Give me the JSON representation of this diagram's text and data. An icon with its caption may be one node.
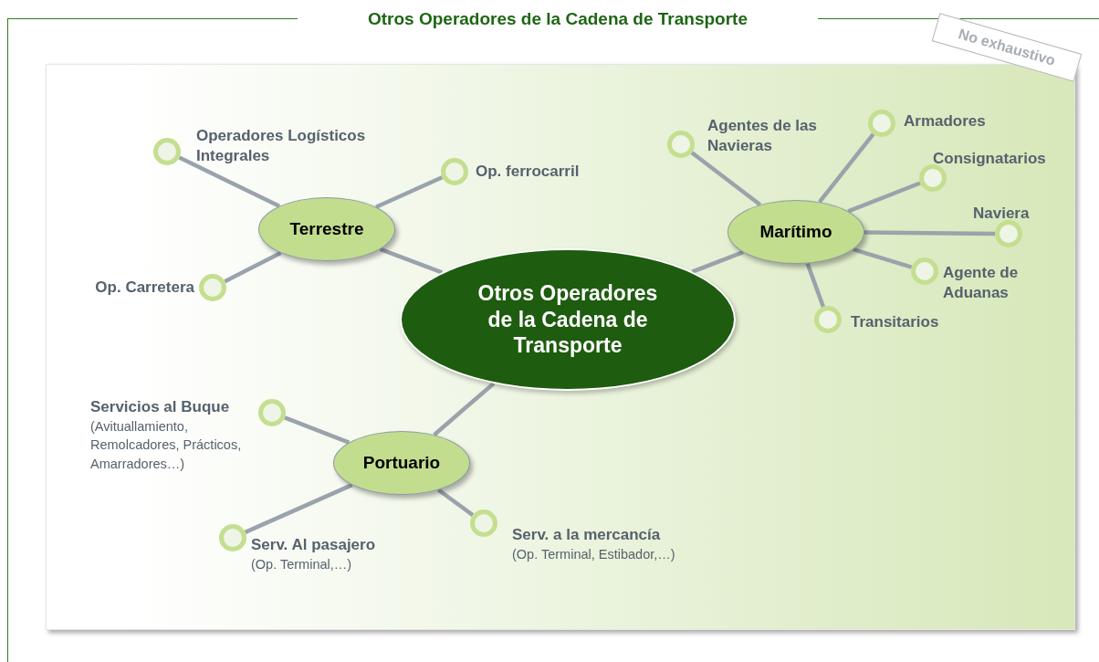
{
  "diagram": {
    "title": "Otros Operadores de la Cadena de Transporte",
    "nodes": [
      {
        "text": [
          "Otros Operadores de la Cadena de Transporte"
        ]
      },
      {
        "text": [
          "Terrestre"
        ]
      },
      {
        "text": [
          "Marítimo"
        ]
      },
      {
        "text": [
          "Portuario"
        ]
      },
      {
        "text": [],
        "shape": "circle",
        "beside": [
          "Operadores Logísticos Integrales"
        ]
      },
      {
        "text": [],
        "shape": "circle",
        "beside": [
          "Op. ferrocarril"
        ]
      },
      {
        "text": [],
        "shape": "circle",
        "beside": [
          "Op. Carretera"
        ]
      },
      {
        "text": [],
        "shape": "circle",
        "beside": [
          "Agentes de las Navieras"
        ]
      },
      {
        "text": [],
        "shape": "circle",
        "beside": [
          "Armadores"
        ]
      },
      {
        "text": [],
        "shape": "circle",
        "beside": [
          "Consignatarios"
        ]
      },
      {
        "text": [],
        "shape": "circle",
        "beside": [
          "Naviera"
        ]
      },
      {
        "text": [],
        "shape": "circle",
        "beside": [
          "Agente de Aduanas"
        ]
      },
      {
        "text": [],
        "shape": "circle",
        "beside": [
          "Transitarios"
        ]
      },
      {
        "text": [],
        "shape": "circle",
        "beside": [
          "Servicios al Buque",
          "(Avituallamiento, Remolcadores, Prácticos, Amarradores…)"
        ]
      },
      {
        "text": [],
        "shape": "circle",
        "beside": [
          "Serv. Al pasajero",
          "(Op. Terminal,…)"
        ]
      },
      {
        "text": [],
        "shape": "circle",
        "beside": [
          "Serv. a la mercancía",
          "(Op. Terminal, Estibador,…)"
        ]
      }
    ],
    "edges": [
      {
        "from": 0,
        "to": 1,
        "arrow": "none"
      },
      {
        "from": 0,
        "to": 2,
        "arrow": "none"
      },
      {
        "from": 0,
        "to": 3,
        "arrow": "none"
      },
      {
        "from": 1,
        "to": 4,
        "arrow": "none"
      },
      {
        "from": 1,
        "to": 5,
        "arrow": "none"
      },
      {
        "from": 1,
        "to": 6,
        "arrow": "none"
      },
      {
        "from": 2,
        "to": 7,
        "arrow": "none"
      },
      {
        "from": 2,
        "to": 8,
        "arrow": "none"
      },
      {
        "from": 2,
        "to": 9,
        "arrow": "none"
      },
      {
        "from": 2,
        "to": 10,
        "arrow": "none"
      },
      {
        "from": 2,
        "to": 11,
        "arrow": "none"
      },
      {
        "from": 2,
        "to": 12,
        "arrow": "none"
      },
      {
        "from": 3,
        "to": 13,
        "arrow": "none"
      },
      {
        "from": 3,
        "to": 14,
        "arrow": "none"
      },
      {
        "from": 3,
        "to": 15,
        "arrow": "none"
      }
    ],
    "labels": [
      "No exhaustivo"
    ]
  }
}
